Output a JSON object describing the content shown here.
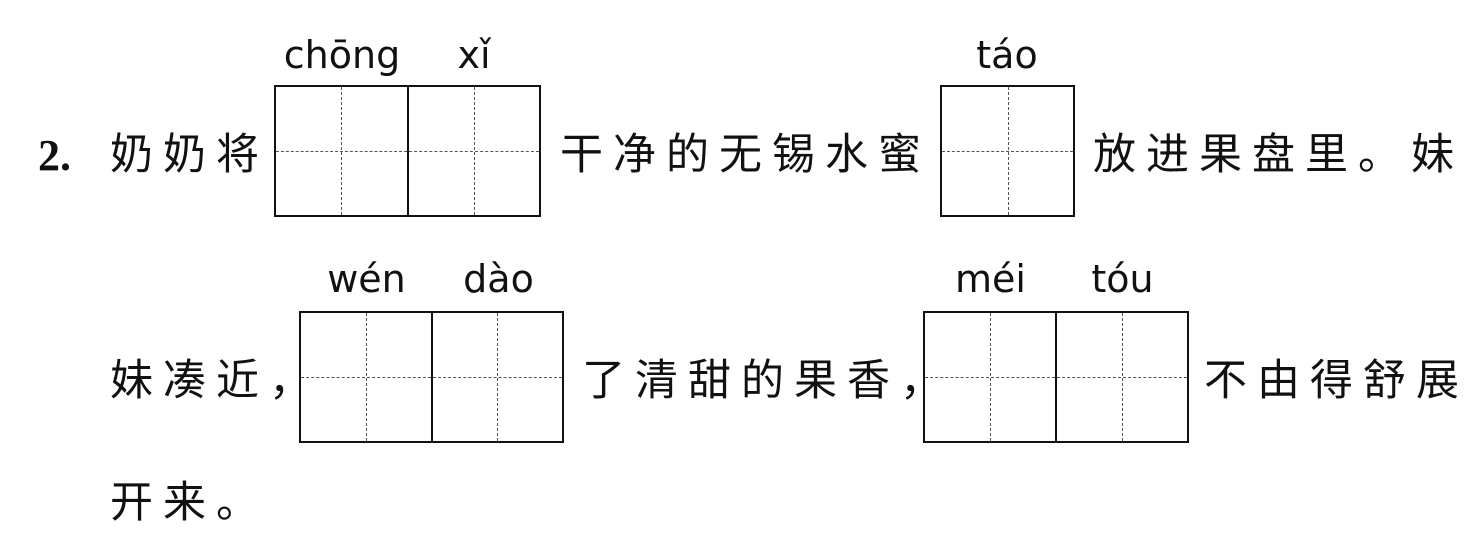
{
  "question": {
    "number": "2.",
    "line1": {
      "text_a": "奶奶将",
      "text_b": "干净的无锡水蜜",
      "text_c": "放进果盘里。妹"
    },
    "line2": {
      "text_a": "妹凑近，",
      "text_b": "了清甜的果香，",
      "text_c": "不由得舒展"
    },
    "line3": {
      "text_a": "开来。"
    },
    "blanks": [
      {
        "pinyin": [
          "chōng",
          "xǐ"
        ]
      },
      {
        "pinyin": [
          "táo"
        ]
      },
      {
        "pinyin": [
          "wén",
          "dào"
        ]
      },
      {
        "pinyin": [
          "méi",
          "tóu"
        ]
      }
    ]
  }
}
